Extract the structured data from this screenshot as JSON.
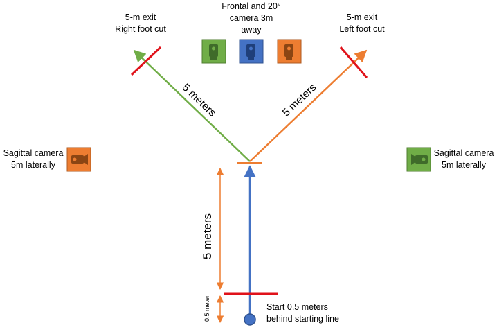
{
  "exits": {
    "right": {
      "line1": "5-m exit",
      "line2": "Right foot cut"
    },
    "left": {
      "line1": "5-m exit",
      "line2": "Left foot cut"
    }
  },
  "frontal": {
    "line1": "Frontal and 20°",
    "line2": "camera 3m",
    "line3": "away"
  },
  "sagittal_left": {
    "line1": "Sagittal camera",
    "line2": "5m laterally"
  },
  "sagittal_right": {
    "line1": "Sagittal camera",
    "line2": "5m laterally"
  },
  "distances": {
    "left_diag": "5 meters",
    "right_diag": "5 meters",
    "vertical": "5 meters",
    "small": "0.5 meter"
  },
  "start": {
    "line1": "Start 0.5 meters",
    "line2": "behind starting line"
  },
  "colors": {
    "green": "#70ad47",
    "blue": "#4472c4",
    "orange": "#ed7d31",
    "red": "#e0121a",
    "camera_green": "#5c8e3c",
    "camera_blue": "#1f3f7a",
    "camera_orange": "#8b4513"
  },
  "cameras": [
    "green-camera",
    "blue-camera",
    "orange-camera"
  ]
}
